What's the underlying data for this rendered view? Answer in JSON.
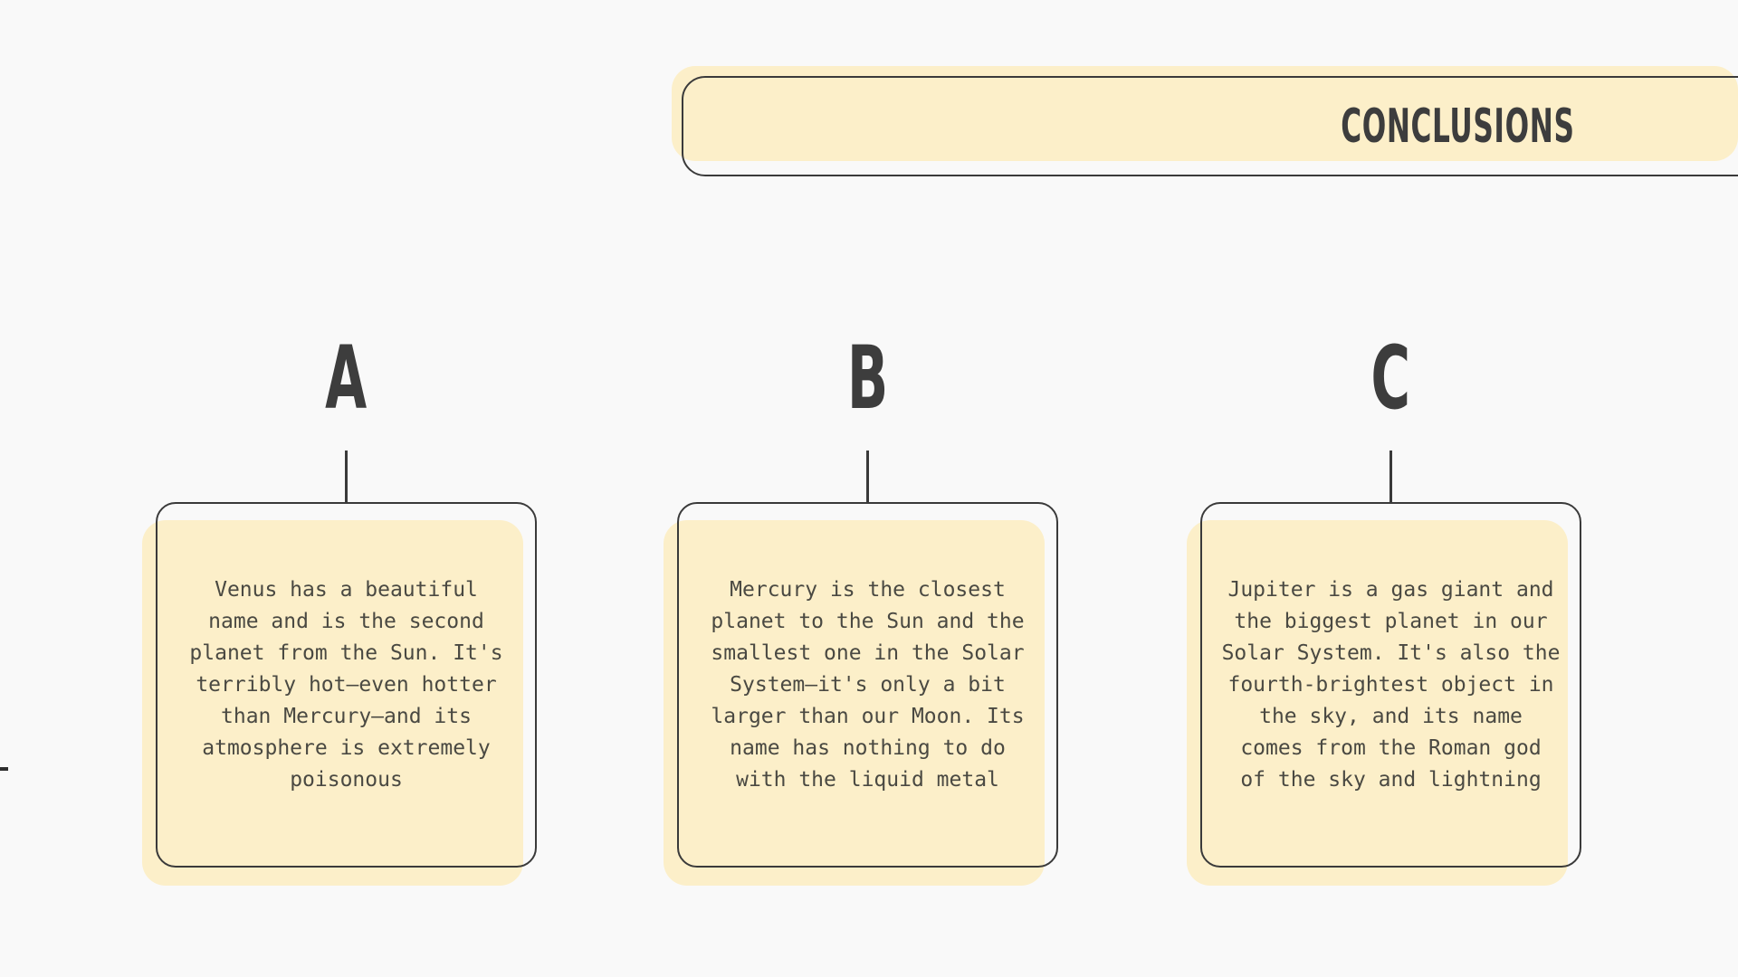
{
  "header": {
    "title": "CONCLUSIONS"
  },
  "cards": [
    {
      "letter": "A",
      "text": "Venus has a beautiful\nname and is the second\nplanet from the Sun. It's\nterribly hot—even hotter\nthan Mercury—and its\natmosphere is extremely\npoisonous"
    },
    {
      "letter": "B",
      "text": "Mercury is the closest\nplanet to the Sun and the\nsmallest one in the Solar\nSystem—it's only a bit\nlarger than our Moon. Its\nname has nothing to do\nwith the liquid metal"
    },
    {
      "letter": "C",
      "text": "Jupiter is a gas giant and\nthe biggest planet in our\nSolar System. It's also the\nfourth-brightest object in\nthe sky, and its name\ncomes from the Roman god\nof the sky and lightning"
    }
  ],
  "colors": {
    "page_bg": "#f9f9f9",
    "accent_fill": "#FCEFC9",
    "outline": "#3a3a3a",
    "heading_text": "#3d3d3d",
    "body_text": "#4a4942"
  }
}
